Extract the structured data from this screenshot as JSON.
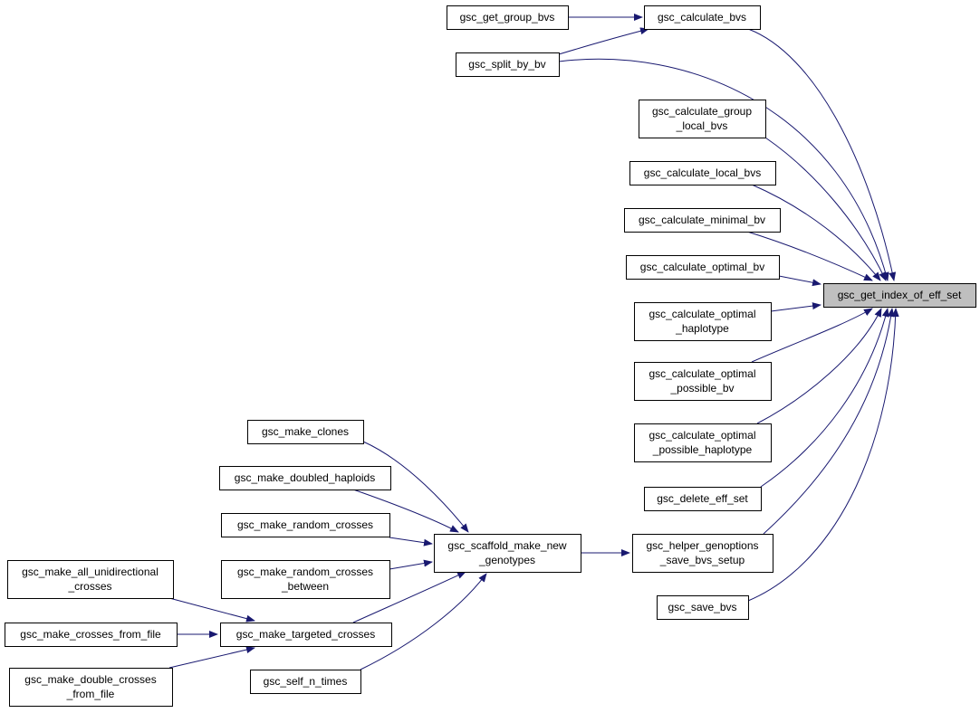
{
  "diagram": {
    "type": "call-graph",
    "edge_color": "#191970",
    "highlight_fill": "#bfbfbf",
    "nodes": [
      {
        "id": "get_index",
        "lines": [
          "gsc_get_index_of_eff_set"
        ],
        "highlight": true
      },
      {
        "id": "get_group_bvs",
        "lines": [
          "gsc_get_group_bvs"
        ]
      },
      {
        "id": "calculate_bvs",
        "lines": [
          "gsc_calculate_bvs"
        ]
      },
      {
        "id": "split_by_bv",
        "lines": [
          "gsc_split_by_bv"
        ]
      },
      {
        "id": "calc_group_local",
        "lines": [
          "gsc_calculate_group",
          "_local_bvs"
        ]
      },
      {
        "id": "calc_local",
        "lines": [
          "gsc_calculate_local_bvs"
        ]
      },
      {
        "id": "calc_minimal",
        "lines": [
          "gsc_calculate_minimal_bv"
        ]
      },
      {
        "id": "calc_optimal_bv",
        "lines": [
          "gsc_calculate_optimal_bv"
        ]
      },
      {
        "id": "calc_optimal_haplo",
        "lines": [
          "gsc_calculate_optimal",
          "_haplotype"
        ]
      },
      {
        "id": "calc_optimal_possible_bv",
        "lines": [
          "gsc_calculate_optimal",
          "_possible_bv"
        ]
      },
      {
        "id": "calc_optimal_possible_haplo",
        "lines": [
          "gsc_calculate_optimal",
          "_possible_haplotype"
        ]
      },
      {
        "id": "delete_eff_set",
        "lines": [
          "gsc_delete_eff_set"
        ]
      },
      {
        "id": "helper_genoptions",
        "lines": [
          "gsc_helper_genoptions",
          "_save_bvs_setup"
        ]
      },
      {
        "id": "save_bvs",
        "lines": [
          "gsc_save_bvs"
        ]
      },
      {
        "id": "scaffold",
        "lines": [
          "gsc_scaffold_make_new",
          "_genotypes"
        ]
      },
      {
        "id": "make_clones",
        "lines": [
          "gsc_make_clones"
        ]
      },
      {
        "id": "make_doubled_haploids",
        "lines": [
          "gsc_make_doubled_haploids"
        ]
      },
      {
        "id": "make_random_crosses",
        "lines": [
          "gsc_make_random_crosses"
        ]
      },
      {
        "id": "make_random_crosses_between",
        "lines": [
          "gsc_make_random_crosses",
          "_between"
        ]
      },
      {
        "id": "make_targeted_crosses",
        "lines": [
          "gsc_make_targeted_crosses"
        ]
      },
      {
        "id": "self_n_times",
        "lines": [
          "gsc_self_n_times"
        ]
      },
      {
        "id": "make_all_unidirectional",
        "lines": [
          "gsc_make_all_unidirectional",
          "_crosses"
        ]
      },
      {
        "id": "make_crosses_from_file",
        "lines": [
          "gsc_make_crosses_from_file"
        ]
      },
      {
        "id": "make_double_crosses_from_file",
        "lines": [
          "gsc_make_double_crosses",
          "_from_file"
        ]
      }
    ],
    "edges": [
      {
        "from": "get_group_bvs",
        "to": "calculate_bvs"
      },
      {
        "from": "split_by_bv",
        "to": "calculate_bvs"
      },
      {
        "from": "calculate_bvs",
        "to": "get_index"
      },
      {
        "from": "split_by_bv",
        "to": "get_index"
      },
      {
        "from": "calc_group_local",
        "to": "get_index"
      },
      {
        "from": "calc_local",
        "to": "get_index"
      },
      {
        "from": "calc_minimal",
        "to": "get_index"
      },
      {
        "from": "calc_optimal_bv",
        "to": "get_index"
      },
      {
        "from": "calc_optimal_haplo",
        "to": "get_index"
      },
      {
        "from": "calc_optimal_possible_bv",
        "to": "get_index"
      },
      {
        "from": "calc_optimal_possible_haplo",
        "to": "get_index"
      },
      {
        "from": "delete_eff_set",
        "to": "get_index"
      },
      {
        "from": "helper_genoptions",
        "to": "get_index"
      },
      {
        "from": "save_bvs",
        "to": "get_index"
      },
      {
        "from": "scaffold",
        "to": "helper_genoptions"
      },
      {
        "from": "make_clones",
        "to": "scaffold"
      },
      {
        "from": "make_doubled_haploids",
        "to": "scaffold"
      },
      {
        "from": "make_random_crosses",
        "to": "scaffold"
      },
      {
        "from": "make_random_crosses_between",
        "to": "scaffold"
      },
      {
        "from": "make_targeted_crosses",
        "to": "scaffold"
      },
      {
        "from": "self_n_times",
        "to": "scaffold"
      },
      {
        "from": "make_all_unidirectional",
        "to": "make_targeted_crosses"
      },
      {
        "from": "make_crosses_from_file",
        "to": "make_targeted_crosses"
      },
      {
        "from": "make_double_crosses_from_file",
        "to": "make_targeted_crosses"
      }
    ]
  }
}
